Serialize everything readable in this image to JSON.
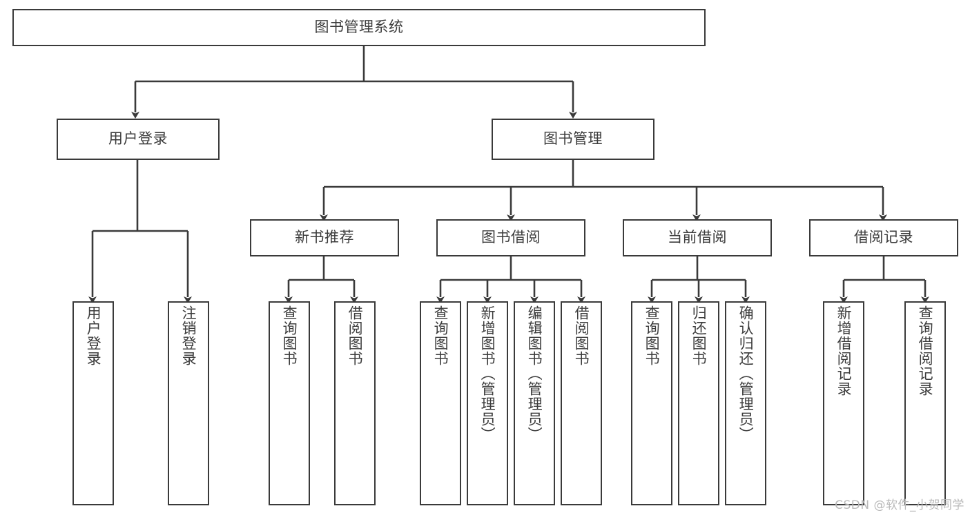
{
  "diagram": {
    "title": "图书管理系统",
    "type": "tree",
    "watermark": "CSDN @软件_小贺同学",
    "colors": {
      "box_border": "#3a3a3a",
      "box_fill": "#ffffff",
      "text": "#3c3c3c",
      "line": "#3a3a3a",
      "watermark": "#b9b9b9",
      "background": "#ffffff"
    },
    "nodes": {
      "root": {
        "label": "图书管理系统"
      },
      "level2": [
        {
          "label": "用户登录"
        },
        {
          "label": "图书管理"
        }
      ],
      "level3": [
        {
          "label": "新书推荐"
        },
        {
          "label": "图书借阅"
        },
        {
          "label": "当前借阅"
        },
        {
          "label": "借阅记录"
        }
      ],
      "leaves_user_login": [
        {
          "label": "用户登录"
        },
        {
          "label": "注销登录"
        }
      ],
      "leaves_new_book": [
        {
          "label": "查询图书"
        },
        {
          "label": "借阅图书"
        }
      ],
      "leaves_borrow": [
        {
          "label": "查询图书"
        },
        {
          "label": "新增图书（管理员）"
        },
        {
          "label": "编辑图书（管理员）"
        },
        {
          "label": "借阅图书"
        }
      ],
      "leaves_current": [
        {
          "label": "查询图书"
        },
        {
          "label": "归还图书"
        },
        {
          "label": "确认归还（管理员）"
        }
      ],
      "leaves_records": [
        {
          "label": "新增借阅记录"
        },
        {
          "label": "查询借阅记录"
        }
      ]
    }
  }
}
